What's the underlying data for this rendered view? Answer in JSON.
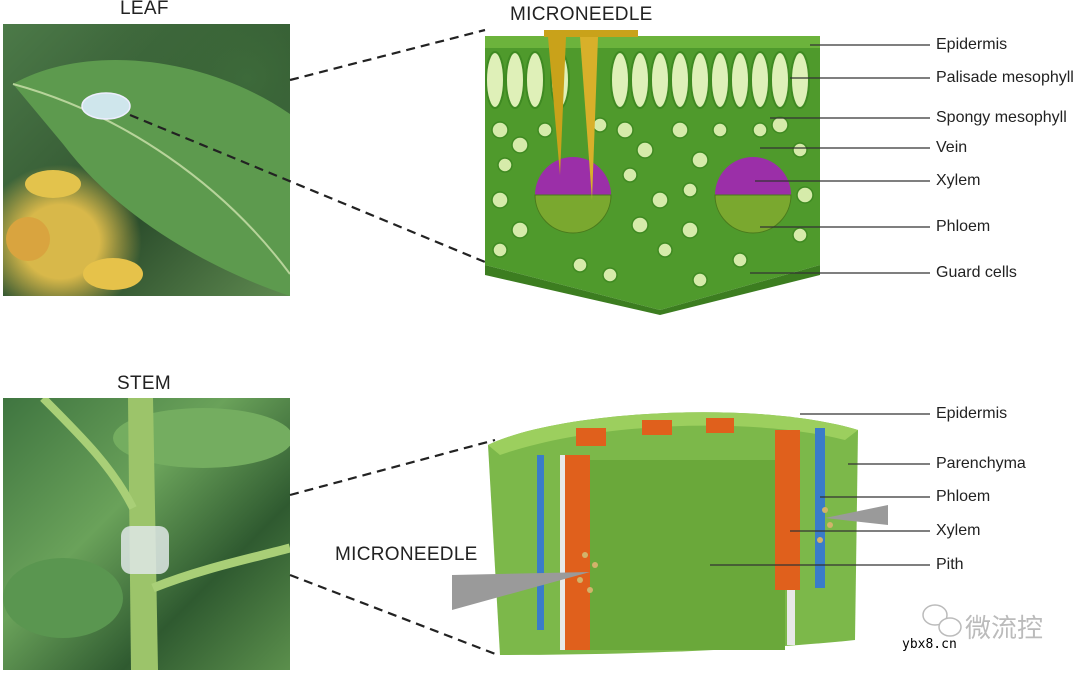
{
  "leaf_section": {
    "photo_title": "LEAF",
    "needle_label": "MICRONEEDLE",
    "labels": [
      "Epidermis",
      "Palisade mesophyll",
      "Spongy mesophyll",
      "Vein",
      "Xylem",
      "Phloem",
      "Guard cells"
    ]
  },
  "stem_section": {
    "photo_title": "STEM",
    "needle_label": "MICRONEEDLE",
    "labels": [
      "Epidermis",
      "Parenchyma",
      "Phloem",
      "Xylem",
      "Pith"
    ]
  },
  "watermark": {
    "brand": "微流控",
    "site": "ybx8.cn"
  },
  "colors": {
    "leaf_green": "#5fa832",
    "xylem_purple": "#9b2fa8",
    "needle_gold": "#c9a21a",
    "stem_orange": "#e0601c",
    "stem_blue": "#3a7cc9"
  }
}
